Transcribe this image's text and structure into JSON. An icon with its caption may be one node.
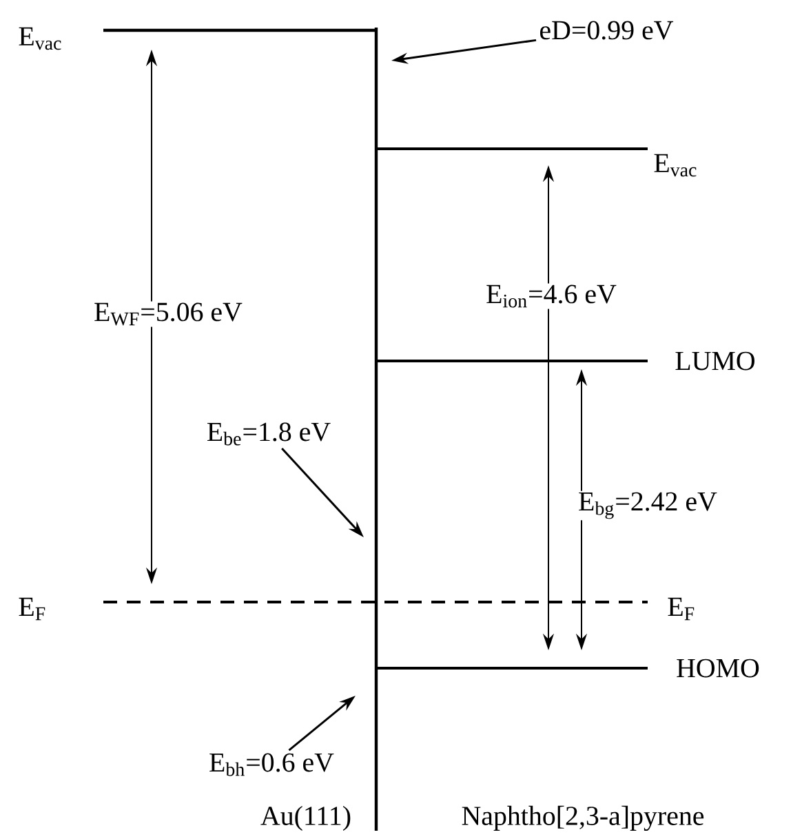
{
  "diagram": {
    "nodes": [
      {
        "text": [
          "eD=0.99 eV"
        ]
      },
      {
        "text": [
          "E$_{be}$=1.8 eV"
        ]
      },
      {
        "text": [
          "E$_{bh}$=0.6 eV"
        ]
      }
    ],
    "edges": [
      {
        "from": 0,
        "to": null,
        "arrow": "to"
      },
      {
        "from": 1,
        "to": null,
        "arrow": "to"
      },
      {
        "from": 2,
        "to": null,
        "arrow": "to"
      }
    ],
    "labels": [
      "E$_{vac}$",
      "E$_{vac}$",
      "E$_{WF}$=5.06 eV",
      "E$_{ion}$=4.6 eV",
      "LUMO",
      "E$_{bg}$=2.42 eV",
      "E$_{F}$",
      "E$_{F}$",
      "HOMO",
      "Au(111)",
      "Naphtho[2,3-a]pyrene"
    ]
  }
}
